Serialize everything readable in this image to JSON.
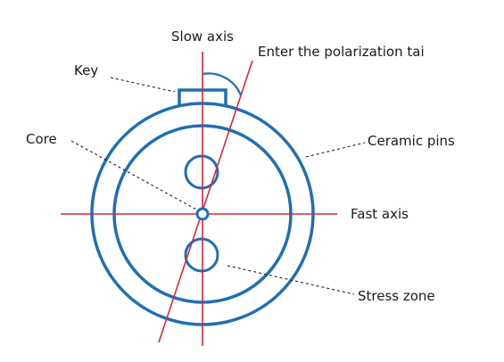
{
  "diagram": {
    "labels": {
      "slow_axis": "Slow axis",
      "polarization": "Enter the polarization tai",
      "key": "Key",
      "core": "Core",
      "ceramic_pins": "Ceramic pins",
      "fast_axis": "Fast axis",
      "stress_zone": "Stress zone"
    },
    "colors": {
      "outline": "#1f6fb2",
      "axis": "#d6283b",
      "leader": "#222222",
      "text": "#1a1a1a"
    }
  }
}
